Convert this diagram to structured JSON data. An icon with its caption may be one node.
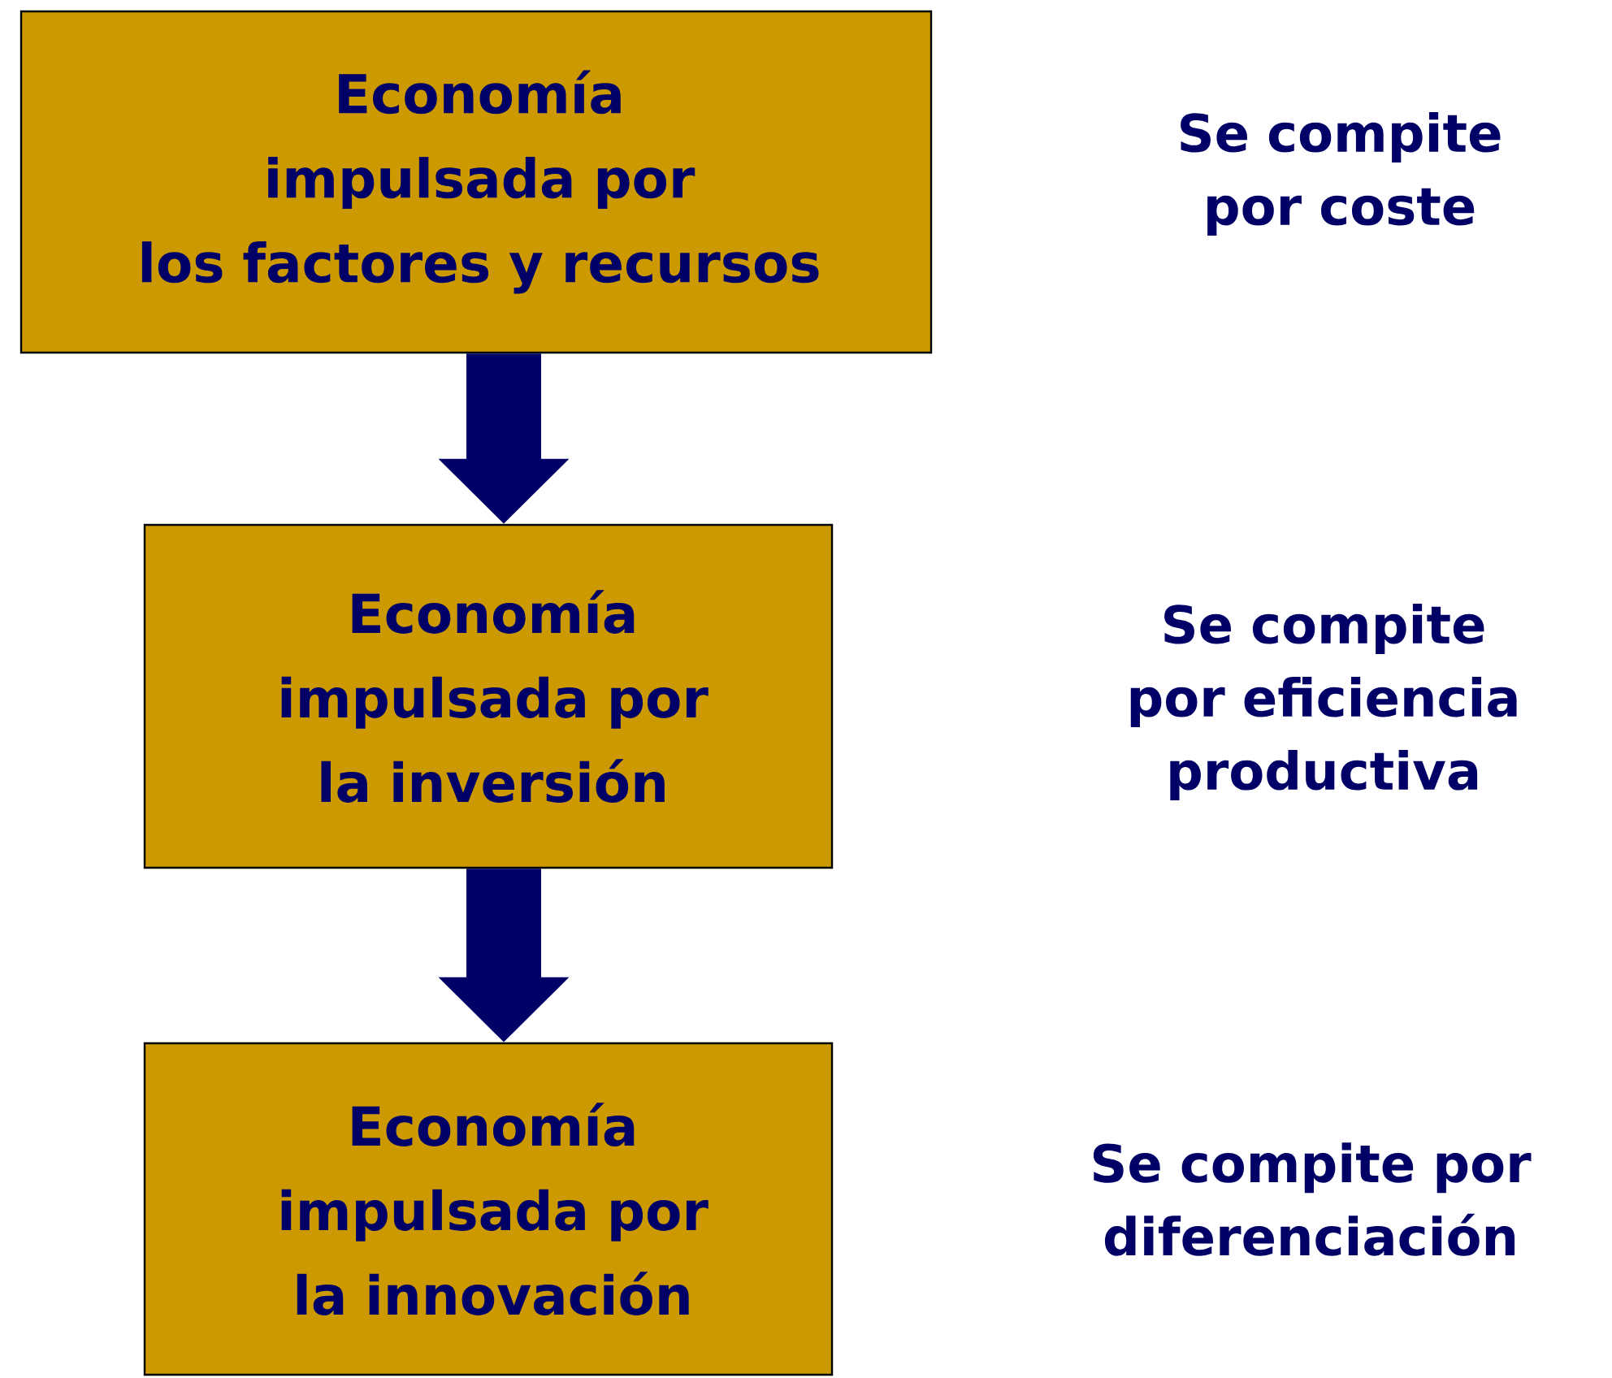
{
  "diagram": {
    "nodes": [
      {
        "text": [
          "Economía impulsada por los factores y recursos"
        ]
      },
      {
        "text": [
          "Economía impulsada por la inversión"
        ]
      },
      {
        "text": [
          "Economía impulsada por la innovación"
        ]
      }
    ],
    "edges": [
      {
        "from": 0,
        "to": 1,
        "arrow": "to"
      },
      {
        "from": 1,
        "to": 2,
        "arrow": "to"
      }
    ],
    "labels": [
      "Se compite por coste",
      "Se compite por eficiencia productiva",
      "Se compite por diferenciación"
    ]
  }
}
